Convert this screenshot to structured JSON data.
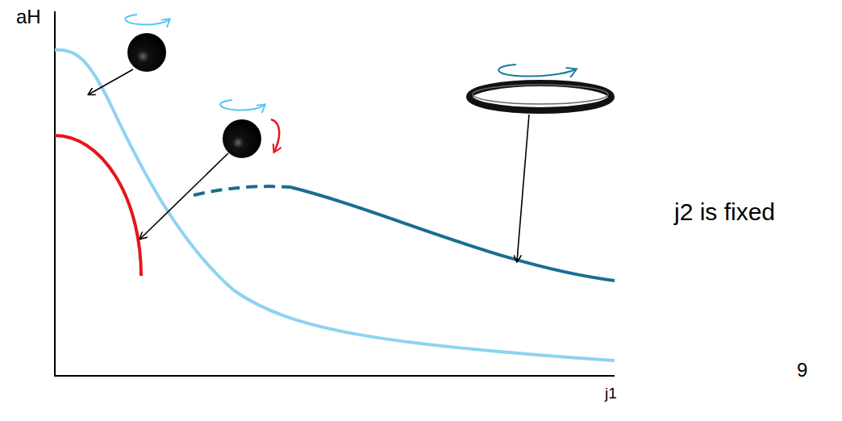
{
  "diagram": {
    "labels": [
      "aH",
      "j1",
      "j2 is fixed",
      "9"
    ]
  }
}
